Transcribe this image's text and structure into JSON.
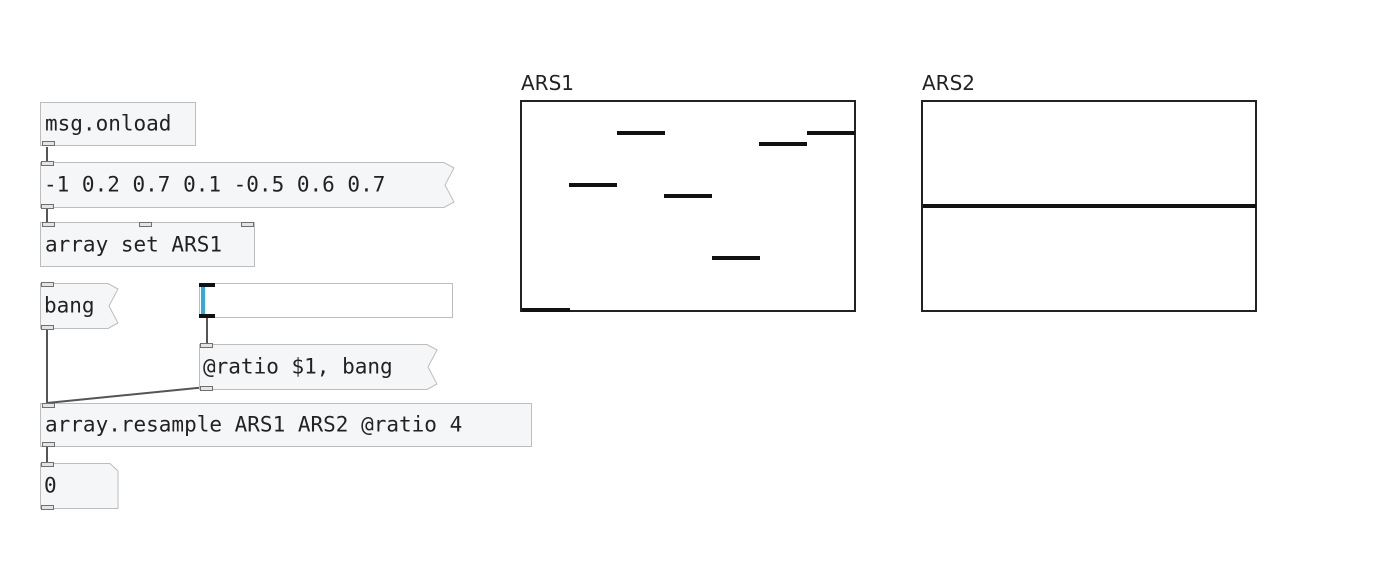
{
  "patch": {
    "onload": {
      "text": "msg.onload"
    },
    "list_message": {
      "text": "-1 0.2 0.7 0.1 -0.5 0.6 0.7"
    },
    "array_set": {
      "text": "array set ARS1"
    },
    "bang_message": {
      "text": "bang"
    },
    "ratio_message": {
      "text": "@ratio $1, bang"
    },
    "resample_object": {
      "text": "array.resample ARS1 ARS2 @ratio 4"
    },
    "output_number": {
      "value": "0"
    },
    "slider": {
      "value": 0,
      "accent_color": "#33aadd"
    }
  },
  "arrays": {
    "ars1": {
      "label": "ARS1",
      "values": [
        -1,
        0.2,
        0.7,
        0.1,
        -0.5,
        0.6,
        0.7
      ],
      "range": [
        -1,
        1
      ]
    },
    "ars2": {
      "label": "ARS2",
      "values": [
        0,
        0,
        0,
        0,
        0,
        0,
        0
      ],
      "range": [
        -1,
        1
      ]
    }
  }
}
